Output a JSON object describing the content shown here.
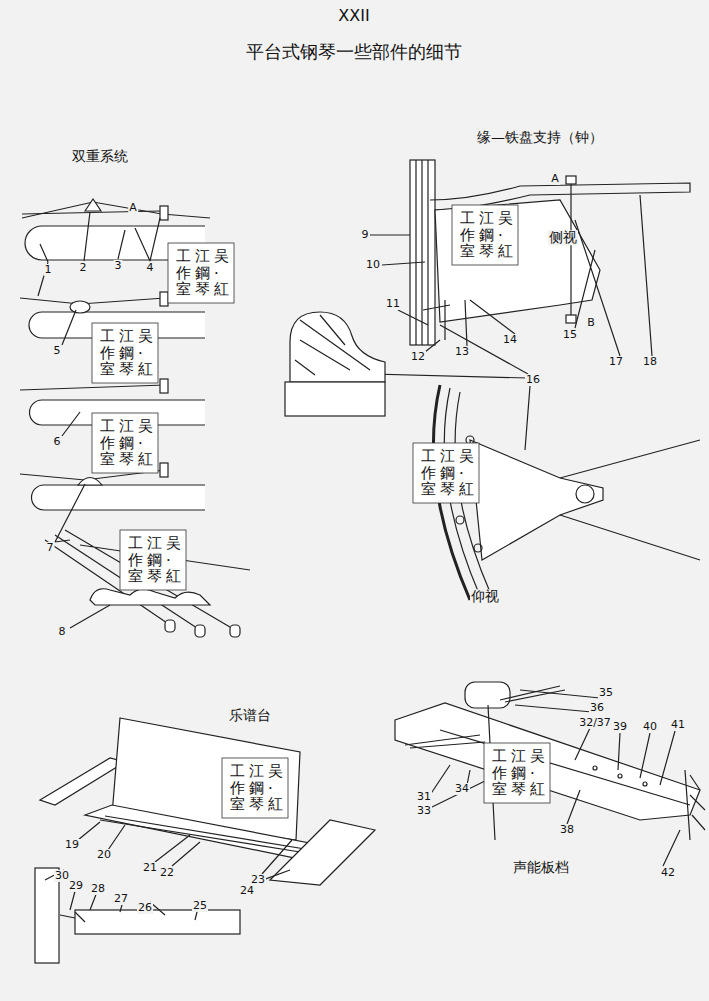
{
  "diagram": {
    "title": "平台式钢琴一些部件的细节",
    "labels": [
      "XXII",
      "双重系统",
      "缘—铁盘支持（钟）",
      "侧视",
      "仰视",
      "乐谱台",
      "声能板档",
      "1",
      "2",
      "3",
      "A",
      "4",
      "5",
      "6",
      "7",
      "8",
      "9",
      "10",
      "11",
      "12",
      "13",
      "14",
      "15",
      "16",
      "17",
      "18",
      "A",
      "B",
      "19",
      "20",
      "21",
      "22",
      "23",
      "24",
      "25",
      "26",
      "27",
      "28",
      "29",
      "30",
      "31",
      "32/37",
      "33",
      "34",
      "35",
      "36",
      "38",
      "39",
      "40",
      "41",
      "42",
      "吴·紅",
      "江鋼琴",
      "工作室",
      "吴·紅",
      "江鋼琴",
      "工作室",
      "吴·紅",
      "江鋼琴",
      "工作室",
      "吴·紅",
      "江鋼琴",
      "工作室",
      "吴·紅",
      "江鋼琴",
      "工作室",
      "吴·紅",
      "江鋼琴",
      "工作室",
      "吴·紅",
      "江鋼琴",
      "工作室",
      "吴·紅",
      "江鋼琴",
      "工作室"
    ]
  }
}
